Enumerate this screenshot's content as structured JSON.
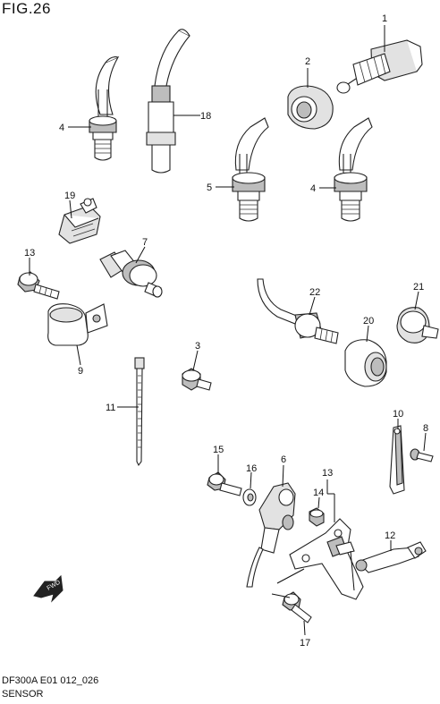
{
  "figure": {
    "title": "FIG.26",
    "code": "DF300A E01 012_026",
    "section": "SENSOR",
    "direction_label": "FWD"
  },
  "callouts": [
    "1",
    "2",
    "3",
    "4",
    "4",
    "5",
    "6",
    "7",
    "8",
    "9",
    "10",
    "11",
    "12",
    "13",
    "13",
    "14",
    "15",
    "16",
    "17",
    "18",
    "19",
    "20",
    "21",
    "22"
  ]
}
